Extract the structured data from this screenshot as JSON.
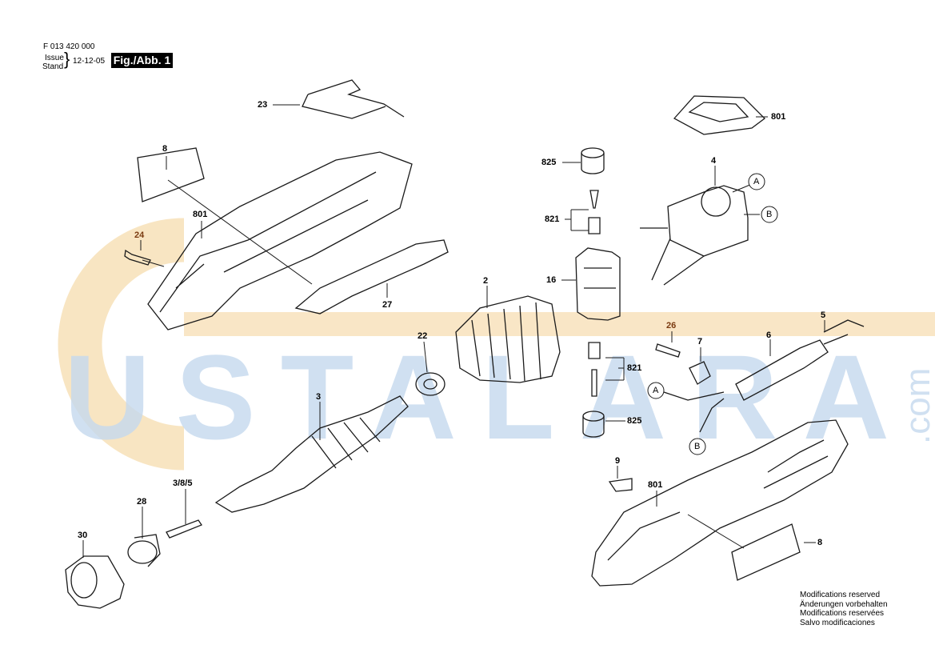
{
  "header": {
    "part_number": "F 013 420 000",
    "issue_label": "Issue",
    "stand_label": "Stand",
    "date": "12-12-05",
    "figure": "Fig./Abb. 1"
  },
  "labels": {
    "l23": "23",
    "l801a": "801",
    "l8a": "8",
    "l801b": "801",
    "l24": "24",
    "l27": "27",
    "l825a": "825",
    "l4": "4",
    "lA1": "A",
    "lB1": "B",
    "l821a": "821",
    "l16": "16",
    "l2": "2",
    "l22": "22",
    "l3": "3",
    "l26": "26",
    "l7": "7",
    "l6": "6",
    "l5": "5",
    "lA2": "A",
    "lB2": "B",
    "l821b": "821",
    "l825b": "825",
    "l9": "9",
    "l801c": "801",
    "l385": "3/8/5",
    "l28": "28",
    "l30": "30",
    "l8b": "8"
  },
  "watermark": {
    "text": "USTALARA",
    "suffix": ".com"
  },
  "notes": [
    "Modifications reserved",
    "Änderungen vorbehalten",
    "Modifications reservées",
    "Salvo modificaciones"
  ],
  "colors": {
    "line": "#1a1a1a",
    "watermark_blue": "#c5d9ee",
    "watermark_orange": "#f6dcae",
    "highlight": "#7a3a10"
  }
}
